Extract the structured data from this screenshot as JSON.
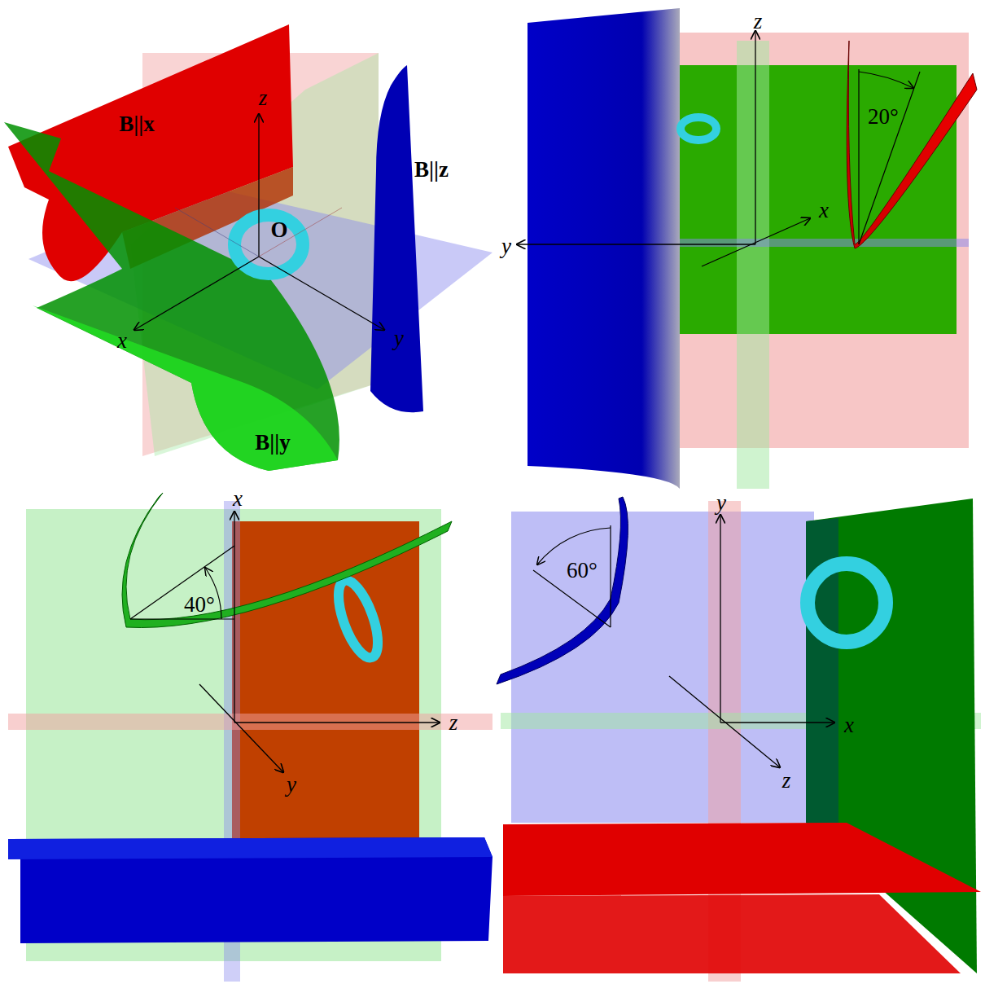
{
  "diagram": {
    "labels": [
      "B||x",
      "z",
      "B||z",
      "O",
      "x",
      "y",
      "B||y",
      "z",
      "20°",
      "x",
      "y",
      "x",
      "40°",
      "z",
      "y",
      "y",
      "60°",
      "x",
      "z"
    ]
  }
}
